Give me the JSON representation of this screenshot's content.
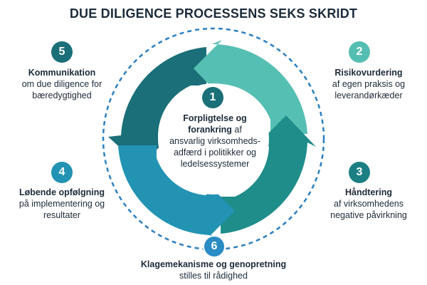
{
  "title": "DUE DILIGENCE PROCESSENS SEKS SKRIDT",
  "colors": {
    "teal_light": "#56bfb3",
    "teal_mid": "#1f8d8a",
    "teal_dark": "#1a6f78",
    "blue": "#2a8cc4",
    "badge_dark": "#1c7f83",
    "badge_light": "#55beb2",
    "dashed_ring": "#2a7fc1",
    "text": "#1c2b3a"
  },
  "steps": [
    {
      "number": "1",
      "bold": "Forpligtelse og forankring",
      "description": "af ansvarlig virksomheds-adfærd i politikker og ledelsessystemer",
      "icon": "badge-circle"
    },
    {
      "number": "2",
      "bold": "Risikovurdering",
      "description": "af egen praksis og leverandørkæder",
      "icon": "badge-circle"
    },
    {
      "number": "3",
      "bold": "Håndtering",
      "description": "af virksomhedens negative påvirkning",
      "icon": "badge-circle"
    },
    {
      "number": "4",
      "bold": "Løbende opfølgning",
      "description": "på implementering og resultater",
      "icon": "badge-circle"
    },
    {
      "number": "5",
      "bold": "Kommunikation",
      "description": "om due diligence for bæredygtighed",
      "icon": "badge-circle"
    },
    {
      "number": "6",
      "bold": "Klagemekanisme og genopretning",
      "description": "stilles til rådighed",
      "icon": "badge-circle"
    }
  ]
}
